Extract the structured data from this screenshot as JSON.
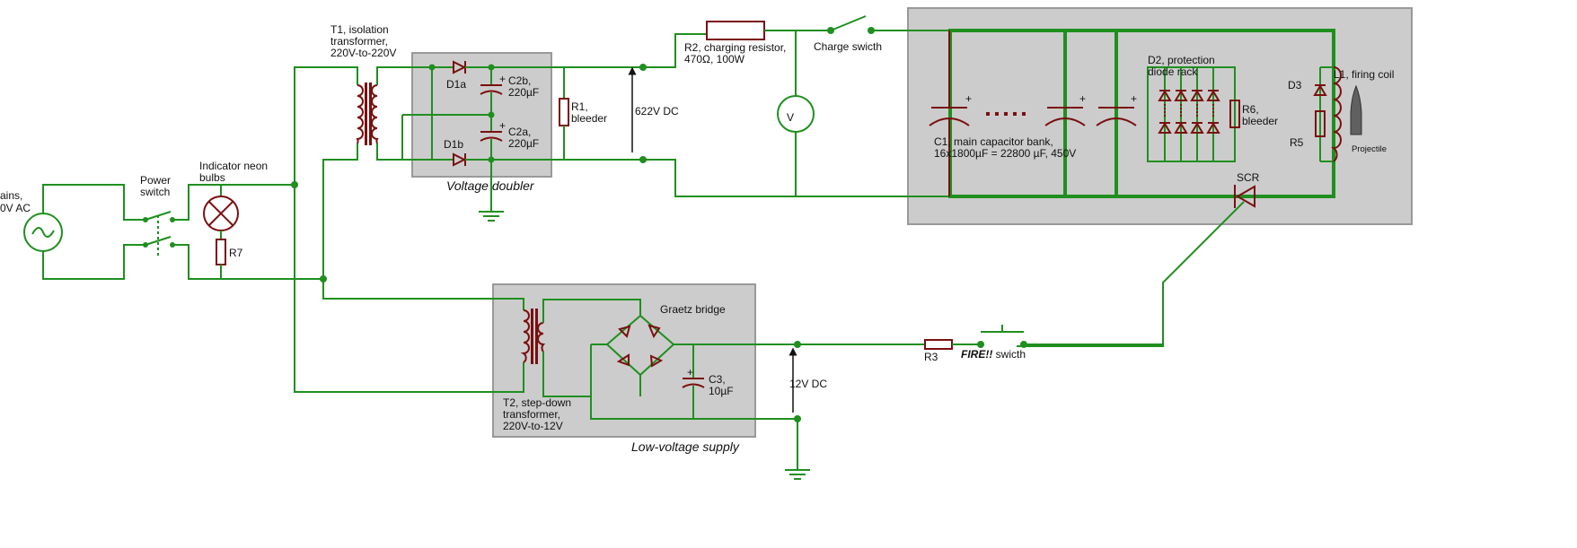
{
  "labels": {
    "mains": [
      "ains,",
      "0V AC"
    ],
    "power_switch": [
      "Power",
      "switch"
    ],
    "indicator": [
      "Indicator neon",
      "bulbs"
    ],
    "r7": "R7",
    "t1": [
      "T1, isolation",
      "transformer,",
      "220V-to-220V"
    ],
    "d1a": "D1a",
    "d1b": "D1b",
    "c2b": [
      "C2b,",
      "220µF"
    ],
    "c2a": [
      "C2a,",
      "220µF"
    ],
    "r1": [
      "R1,",
      "bleeder"
    ],
    "voltage_doubler": "Voltage doubler",
    "v622": "622V DC",
    "r2": [
      "R2, charging resistor,",
      "470Ω, 100W"
    ],
    "charge_switch": "Charge swicth",
    "voltmeter": "V",
    "c1": [
      "C1, main capacitor bank,",
      "16x1800µF = 22800 µF, 450V"
    ],
    "d2": [
      "D2, protection",
      "diode rack"
    ],
    "r6": [
      "R6,",
      "bleeder"
    ],
    "d3": "D3",
    "l1": "L1, firing coil",
    "r5": "R5",
    "projectile": "Projectile",
    "scr": "SCR",
    "t2": [
      "T2, step-down",
      "transformer,",
      "220V-to-12V"
    ],
    "graetz": "Graetz bridge",
    "c3": [
      "C3,",
      "10µF"
    ],
    "low_voltage": "Low-voltage supply",
    "v12": "12V DC",
    "r3": "R3",
    "fire_bold": "FIRE!!",
    "fire_rest": " swicth",
    "plus": "+"
  }
}
